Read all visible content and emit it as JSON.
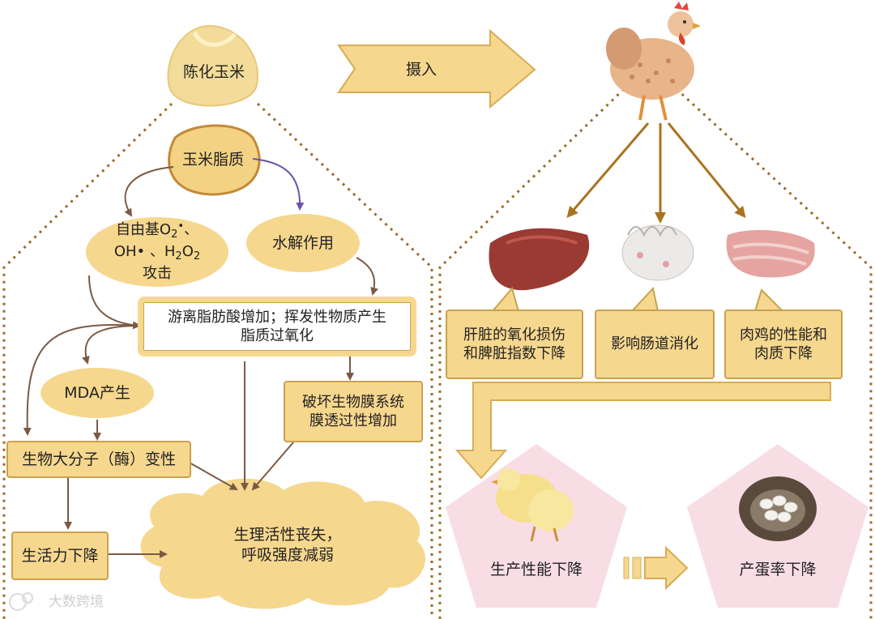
{
  "labels": {
    "aged_corn": "陈化玉米",
    "intake": "摄入",
    "corn_lipid": "玉米脂质",
    "hydrolysis": "水解作用",
    "ffa_increase": "游离脂肪酸增加；挥发性物质产生\n脂质过氧化",
    "mda": "MDA产生",
    "membrane": "破坏生物膜系统\n膜透过性增加",
    "macromolecule": "生物大分子（酶）变性",
    "vitality": "生活力下降",
    "physio": "生理活性丧失，\n呼吸强度减弱",
    "liver": "肝脏的氧化损伤\n和脾脏指数下降",
    "intestine": "影响肠道消化",
    "meat": "肉鸡的性能和\n肉质下降",
    "production": "生产性能下降",
    "egg_rate": "产蛋率下降",
    "watermark": "大数跨境"
  },
  "radical": {
    "line1_prefix": "自由基O",
    "line1_sub": "2",
    "line1_sup": "•",
    "line1_suffix": "、",
    "line2": "OH•  、H",
    "line2_sub1": "2",
    "line2_mid": "O",
    "line2_sub2": "2",
    "line3": "攻击"
  },
  "icons": [
    "corn-kernel-icon",
    "corn-cross-section-icon",
    "chicken-icon",
    "liver-icon",
    "intestine-icon",
    "meat-icon",
    "chicks-icon",
    "egg-nest-icon",
    "big-arrow-icon"
  ],
  "colors": {
    "box_fill": "#f6d78e",
    "box_border": "#c9a24e",
    "arrow_dark": "#7a5a44",
    "arrow_brown": "#a8741f",
    "dotted_line": "#9c6b2a",
    "pink_pentagon": "#f8dde5",
    "purple_arrow": "#6b54a8"
  }
}
